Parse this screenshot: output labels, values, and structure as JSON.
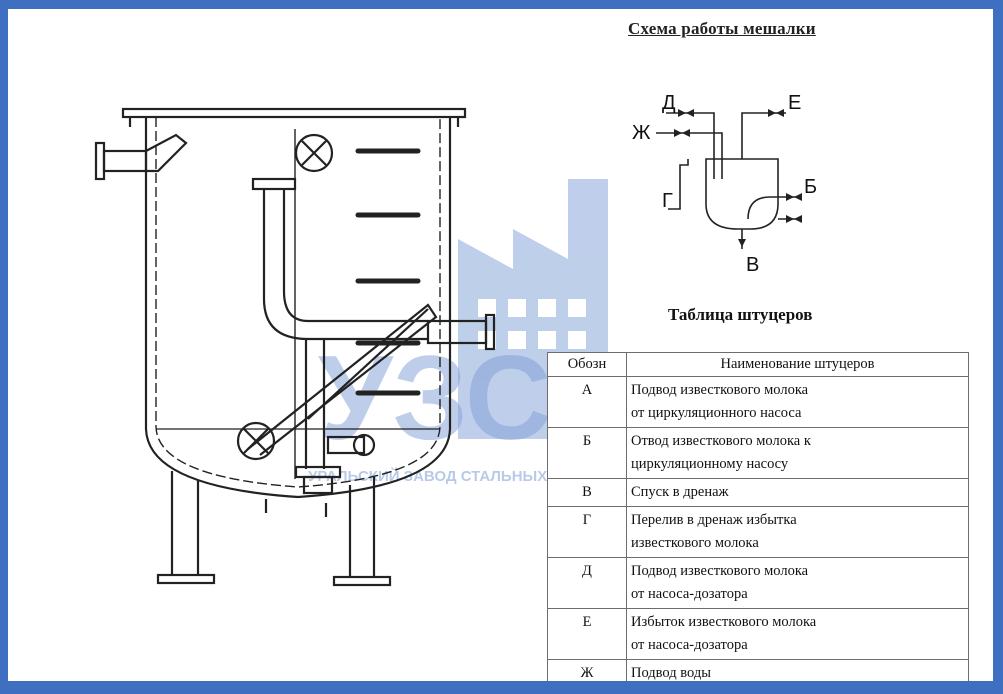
{
  "scheme_title": "Схема работы мешалки",
  "table_title": "Таблица штуцеров",
  "watermark": {
    "letters": "УЗСК",
    "tagline": "УРАЛЬСКИЙ ЗАВОД СТАЛЬНЫХ КОНСТРУКЦИЙ",
    "color": "#7f9fd6"
  },
  "scheme_labels": {
    "d": "Д",
    "zh": "Ж",
    "e": "Е",
    "g": "Г",
    "b": "Б",
    "v": "В"
  },
  "table": {
    "headers": [
      "Обозн",
      "Наименование штуцеров"
    ],
    "rows": [
      {
        "code": "А",
        "name": "Подвод известкового молока\nот циркуляционного насоса"
      },
      {
        "code": "Б",
        "name": "Отвод известкового молока к\nциркуляционному насосу"
      },
      {
        "code": "В",
        "name": "Спуск в дренаж"
      },
      {
        "code": "Г",
        "name": "Перелив в дренаж избытка\nизвесткового молока"
      },
      {
        "code": "Д",
        "name": "Подвод известкового молока\nот насоса-дозатора"
      },
      {
        "code": "Е",
        "name": "Избыток известкового молока\nот насоса-дозатора"
      },
      {
        "code": "Ж",
        "name": "Подвод воды"
      }
    ]
  }
}
